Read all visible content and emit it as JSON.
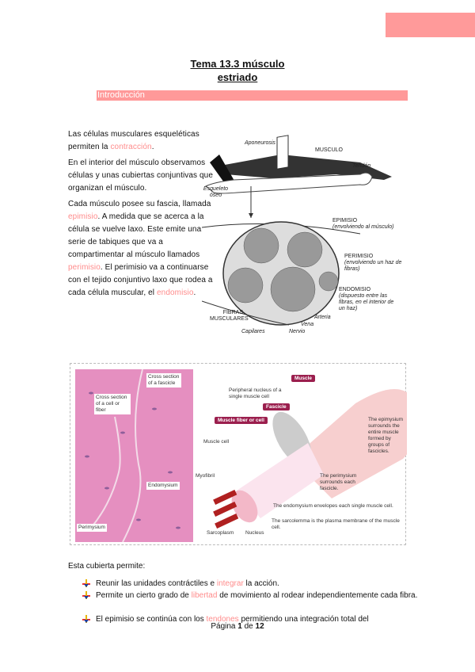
{
  "title_line1": "Tema 13.3 músculo ",
  "title_line2": "estriado",
  "section": "Introducción",
  "colors": {
    "accent": "#ff9999",
    "highlight": "#ff8c8c",
    "tag": "#9b1f4e"
  },
  "paragraphs": [
    {
      "a": "Las células musculares esqueléticas permiten la ",
      "h1": "contracción",
      "b": "."
    },
    {
      "a": "En el interior del músculo observamos células y unas cubiertas conjuntivas que organizan el músculo."
    },
    {
      "a": "Cada músculo posee su fascia, llamada ",
      "h1": "epimisio",
      "b": ". A medida que se acerca a la célula se vuelve laxo. Este emite una serie de tabiques que va a compartimentar al músculo llamados ",
      "h2": "perimisio",
      "c": ". El perimisio va a continuarse con el tejido conjuntivo laxo que rodea a cada célula muscular, el ",
      "h3": "endomisio",
      "d": "."
    }
  ],
  "figure1": {
    "aponeurosis": "Aponeurosis",
    "musculo": "MUSCULO",
    "tendon": "Tendón",
    "esqueleto": "Esqueleto óseo",
    "epimisio": "EPIMISIO",
    "epimisio_sub": "(envolviendo al músculo)",
    "perimisio": "PERIMISIO",
    "perimisio_sub": "(envolviendo un haz de fibras)",
    "endomisio": "ENDOMISIO",
    "endomisio_sub": "(dispuesto entre las fibras, en el interior de un haz)",
    "arteria": "Arteria",
    "vena": "Vena",
    "nervio": "Nervio",
    "capilares": "Capilares",
    "fibras": "FIBRAS MUSCULARES"
  },
  "figure2": {
    "cross_fascicle": "Cross section of a fascicle",
    "cross_cell": "Cross section of a cell or fiber",
    "endomysium": "Endomysium",
    "perimysium": "Perimysium",
    "peripheral": "Peripheral nucleus of a single muscle cell",
    "muscle": "Muscle",
    "fascicle": "Fascicle",
    "fiber": "Muscle fiber or cell",
    "muscle_cell": "Muscle cell",
    "myofibril": "Myofibril",
    "sarcoplasm": "Sarcoplasm",
    "nucleus": "Nucleus",
    "epimysium_text": "The epimysium surrounds the entire muscle formed by groups of fascicles.",
    "perimysium_text": "The perimysium surrounds each fascicle.",
    "endomysium_text": "The endomysium envelopes each single muscle cell.",
    "sarcolemma_text": "The sarcolemma is the plasma membrane of the muscle cell."
  },
  "list_lead": "Esta cubierta permite:",
  "list": [
    {
      "a": "Reunir las unidades contráctiles e ",
      "h": "integrar",
      "b": " la acción."
    },
    {
      "a": "Permite un cierto grado de ",
      "h": "libertad",
      "b": " de movimiento al rodear independientemente cada fibra."
    },
    {
      "a": "El epimisio se continúa con los ",
      "h": "tendones",
      "b": " permitiendo una integración total del"
    }
  ],
  "footer": {
    "a": "Página ",
    "page": "1",
    "b": " de ",
    "total": "12"
  }
}
